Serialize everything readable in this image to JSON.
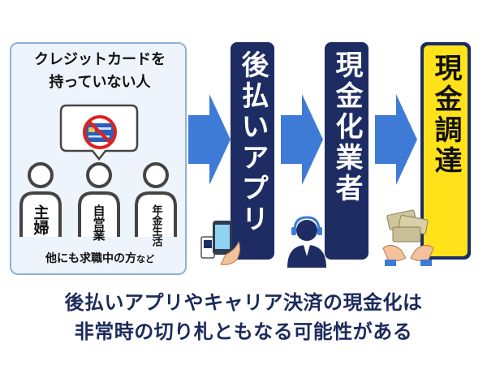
{
  "left_panel": {
    "title_line1": "クレジットカードを",
    "title_line2": "持っていない人",
    "persons": [
      {
        "label": "主婦"
      },
      {
        "label": "自営業"
      },
      {
        "label": "年金生活"
      }
    ],
    "footer_main": "他にも求職中の方",
    "footer_small": "など"
  },
  "steps": [
    {
      "label": "後払いアプリ"
    },
    {
      "label": "現金化業者"
    },
    {
      "label": "現金調達"
    }
  ],
  "bottom": {
    "line1": "後払いアプリやキャリア決済の現金化は",
    "line2": "非常時の切り札ともなる可能性がある"
  },
  "colors": {
    "navy": "#1d2d63",
    "highlight_yellow": "#ffe21a",
    "arrow_blue": "#3d7bd6",
    "panel_bg": "#eef4fb",
    "panel_border": "#8fb1d7",
    "prohibit_red": "#e02020"
  },
  "icons": [
    "credit-card-icon",
    "prohibited-icon",
    "smartphone-payment-icon",
    "support-operator-icon",
    "cash-hands-icon"
  ]
}
